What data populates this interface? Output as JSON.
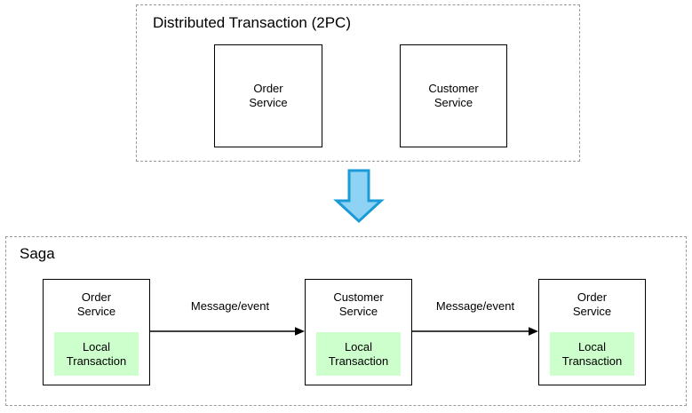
{
  "diagram": {
    "title_visible": false,
    "background": "#ffffff",
    "colors": {
      "box_border": "#000000",
      "group_border": "#9a9a9a",
      "local_transaction_fill": "#ccffcc",
      "big_arrow_fill": "#8fd3f4",
      "big_arrow_stroke": "#1a9bd7",
      "text": "#000000"
    }
  },
  "groups": [
    {
      "id": "distributed-transaction",
      "title": "Distributed Transaction (2PC)",
      "services": [
        {
          "id": "order-service",
          "name": "Order\nService"
        },
        {
          "id": "customer-service",
          "name": "Customer\nService"
        }
      ]
    },
    {
      "id": "saga",
      "title": "Saga",
      "services": [
        {
          "id": "saga-order-service-1",
          "name": "Order\nService",
          "local_transaction": "Local\nTransaction"
        },
        {
          "id": "saga-customer-service",
          "name": "Customer\nService",
          "local_transaction": "Local\nTransaction"
        },
        {
          "id": "saga-order-service-2",
          "name": "Order\nService",
          "local_transaction": "Local\nTransaction"
        }
      ],
      "edges": [
        {
          "id": "edge-1",
          "label": "Message/event",
          "from": "saga-order-service-1",
          "to": "saga-customer-service"
        },
        {
          "id": "edge-2",
          "label": "Message/event",
          "from": "saga-customer-service",
          "to": "saga-order-service-2"
        }
      ]
    }
  ],
  "transition_arrow": {
    "id": "down-arrow",
    "direction": "down",
    "label": ""
  }
}
